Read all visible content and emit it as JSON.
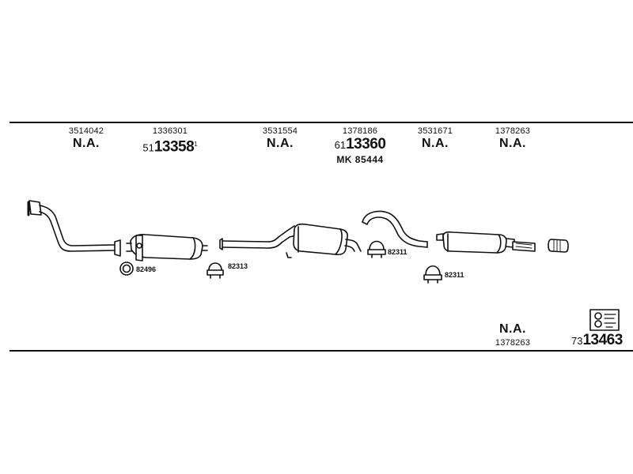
{
  "header_columns": [
    {
      "ref": "3514042",
      "label": "N.A."
    },
    {
      "ref": "1336301",
      "prefix": "51",
      "number": "13358",
      "suffix": "1"
    },
    {
      "ref": "3531554",
      "label": "N.A."
    },
    {
      "ref": "1378186",
      "prefix": "61",
      "number": "13360",
      "extra": "MK  85444"
    },
    {
      "ref": "3531671",
      "label": "N.A."
    },
    {
      "ref": "1378263",
      "label": "N.A."
    }
  ],
  "clamp_labels": [
    "82496",
    "82313",
    "82311",
    "82311"
  ],
  "footer": {
    "label": "N.A.",
    "ref": "1378263",
    "kit_prefix": "73",
    "kit_number": "13463"
  }
}
